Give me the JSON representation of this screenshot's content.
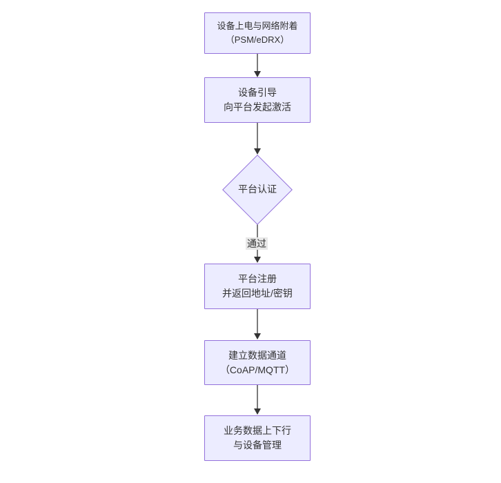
{
  "diagram": {
    "type": "flowchart",
    "direction": "top-down",
    "colors": {
      "background": "#ffffff",
      "node_fill": "#ECECFF",
      "node_border": "#9370DB",
      "arrow": "#333333",
      "text": "#333333",
      "edge_label_bg": "#e8e8e8"
    },
    "nodes": [
      {
        "id": "power-attach",
        "type": "rect",
        "line1": "设备上电与网络附着",
        "line2": "（PSM/eDRX）"
      },
      {
        "id": "bootstrap",
        "type": "rect",
        "line1": "设备引导",
        "line2": "向平台发起激活"
      },
      {
        "id": "platform-auth",
        "type": "diamond",
        "line1": "平台认证",
        "line2": ""
      },
      {
        "id": "register",
        "type": "rect",
        "line1": "平台注册",
        "line2": "并返回地址/密钥"
      },
      {
        "id": "data-channel",
        "type": "rect",
        "line1": "建立数据通道",
        "line2": "（CoAP/MQTT）"
      },
      {
        "id": "business",
        "type": "rect",
        "line1": "业务数据上下行",
        "line2": "与设备管理"
      }
    ],
    "edges": [
      {
        "from": "power-attach",
        "to": "bootstrap",
        "label": ""
      },
      {
        "from": "bootstrap",
        "to": "platform-auth",
        "label": ""
      },
      {
        "from": "platform-auth",
        "to": "register",
        "label": "通过"
      },
      {
        "from": "register",
        "to": "data-channel",
        "label": ""
      },
      {
        "from": "data-channel",
        "to": "business",
        "label": ""
      }
    ],
    "edge_label_pass": "通过"
  }
}
